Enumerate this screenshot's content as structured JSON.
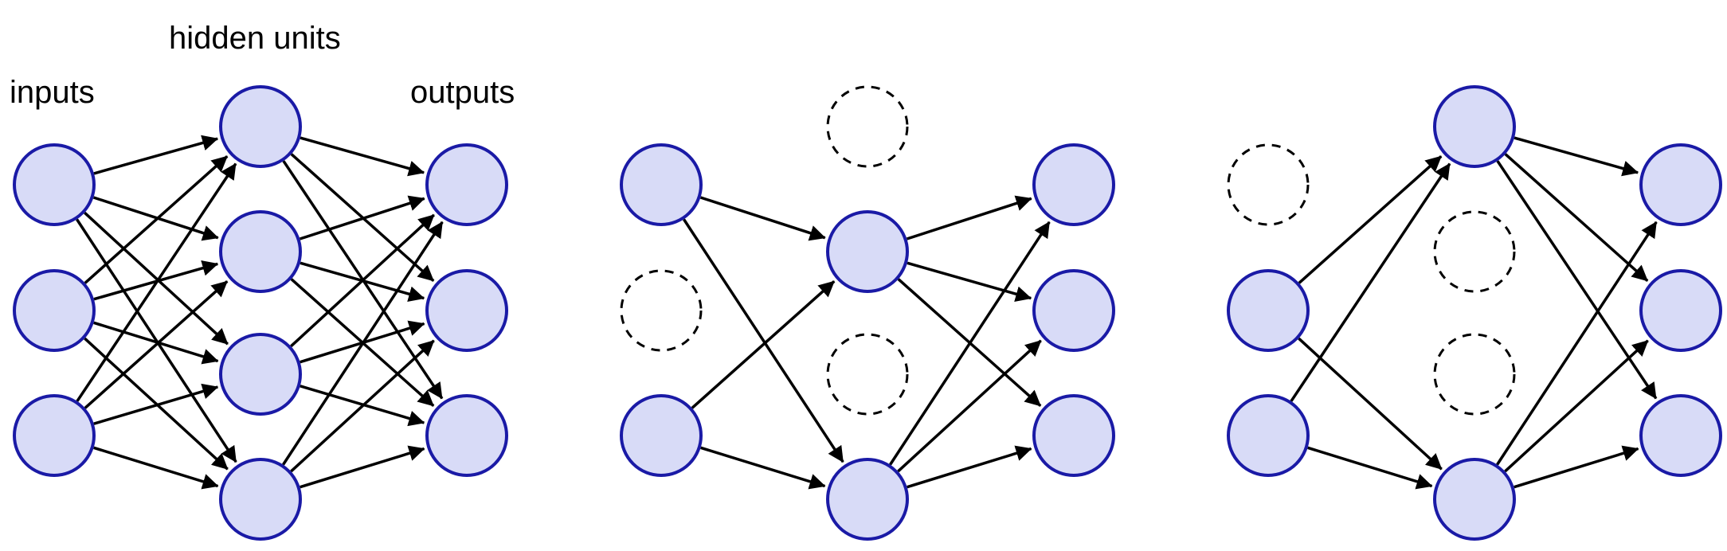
{
  "labels": {
    "inputs": "inputs",
    "hidden": "hidden units",
    "outputs": "outputs"
  },
  "colors": {
    "node_fill": "#d8dbf7",
    "node_stroke": "#1a1aa6",
    "edge": "#000000",
    "dropped_stroke": "#000000"
  },
  "networks": [
    {
      "id": "full",
      "inputs_active": [
        true,
        true,
        true
      ],
      "hidden_active": [
        true,
        true,
        true,
        true
      ],
      "outputs": 3
    },
    {
      "id": "dropout-a",
      "inputs_active": [
        true,
        false,
        true
      ],
      "hidden_active": [
        false,
        true,
        false,
        true
      ],
      "outputs": 3
    },
    {
      "id": "dropout-b",
      "inputs_active": [
        false,
        true,
        true
      ],
      "hidden_active": [
        true,
        false,
        false,
        true
      ],
      "outputs": 3
    }
  ]
}
